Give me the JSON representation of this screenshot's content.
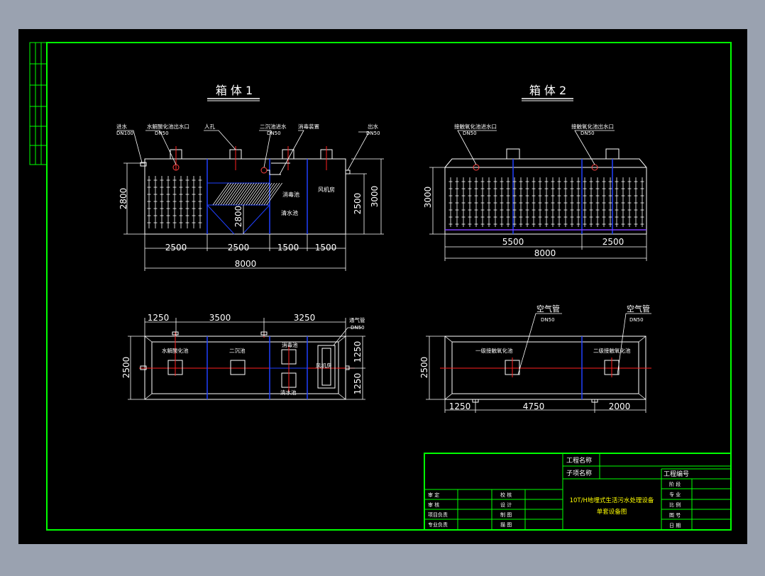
{
  "titles": {
    "box1": "箱 体 1",
    "box2": "箱 体 2"
  },
  "box1": {
    "elev_labels": {
      "inlet": "进水",
      "inlet_dn": "DN100",
      "hydro_out": "水解酸化池出水口",
      "hydro_out_dn": "DN50",
      "manhole": "人孔",
      "sec_in": "二沉池进水",
      "sec_in_dn": "DN50",
      "disinfect": "消毒装置",
      "outlet": "出水",
      "outlet_dn": "DN50"
    },
    "elev_inner": {
      "disinfect_pool": "消毒池",
      "clean_pool": "清水池",
      "fan_room": "风机房"
    },
    "elev_dims": {
      "h_left": "2800",
      "h_mid": "2800",
      "h_right1": "2500",
      "h_right2": "3000",
      "w1": "2500",
      "w2": "2500",
      "w3": "1500",
      "w4": "1500",
      "total": "8000"
    },
    "plan_dims": {
      "w1": "1250",
      "w2": "3500",
      "w3": "3250",
      "h": "2500",
      "h1": "1250",
      "h2": "1250"
    },
    "plan_labels": {
      "hydro": "水解酸化池",
      "second": "二沉池",
      "disinfect_pool": "消毒池",
      "clean_pool": "清水池",
      "fan_room": "风机房",
      "vent": "通气管",
      "vent_dn": "DN50"
    }
  },
  "box2": {
    "elev_labels": {
      "contact1_in": "接触氧化池进水口",
      "contact1_dn": "DN50",
      "contact2_out": "接触氧化池出水口",
      "contact2_dn": "DN50"
    },
    "elev_dims": {
      "h": "3000",
      "w1": "5500",
      "w2": "2500",
      "total": "8000"
    },
    "plan_labels": {
      "air1": "空气管",
      "air1_dn": "DN50",
      "air2": "空气管",
      "air2_dn": "DN50",
      "contact1": "一级接触氧化池",
      "contact2": "二级接触氧化池"
    },
    "plan_dims": {
      "h": "2500",
      "w1": "1250",
      "w2": "4750",
      "w3": "2000"
    }
  },
  "titleblock": {
    "project_name": "工程名称",
    "sub_project": "子项名称",
    "drawing_no": "工程编号",
    "drawing_title": "10T/H地埋式生活污水处理设备",
    "drawing_sub": "单套设备图",
    "left_rows": [
      {
        "a": "审 定",
        "b": "校 核"
      },
      {
        "a": "审 核",
        "b": "设 计"
      },
      {
        "a": "项目负责",
        "b": "制 图"
      },
      {
        "a": "专业负责",
        "b": "描 图"
      }
    ],
    "right_rows": [
      "阶 段",
      "专 业",
      "比 例",
      "图 号",
      "日 期"
    ]
  }
}
